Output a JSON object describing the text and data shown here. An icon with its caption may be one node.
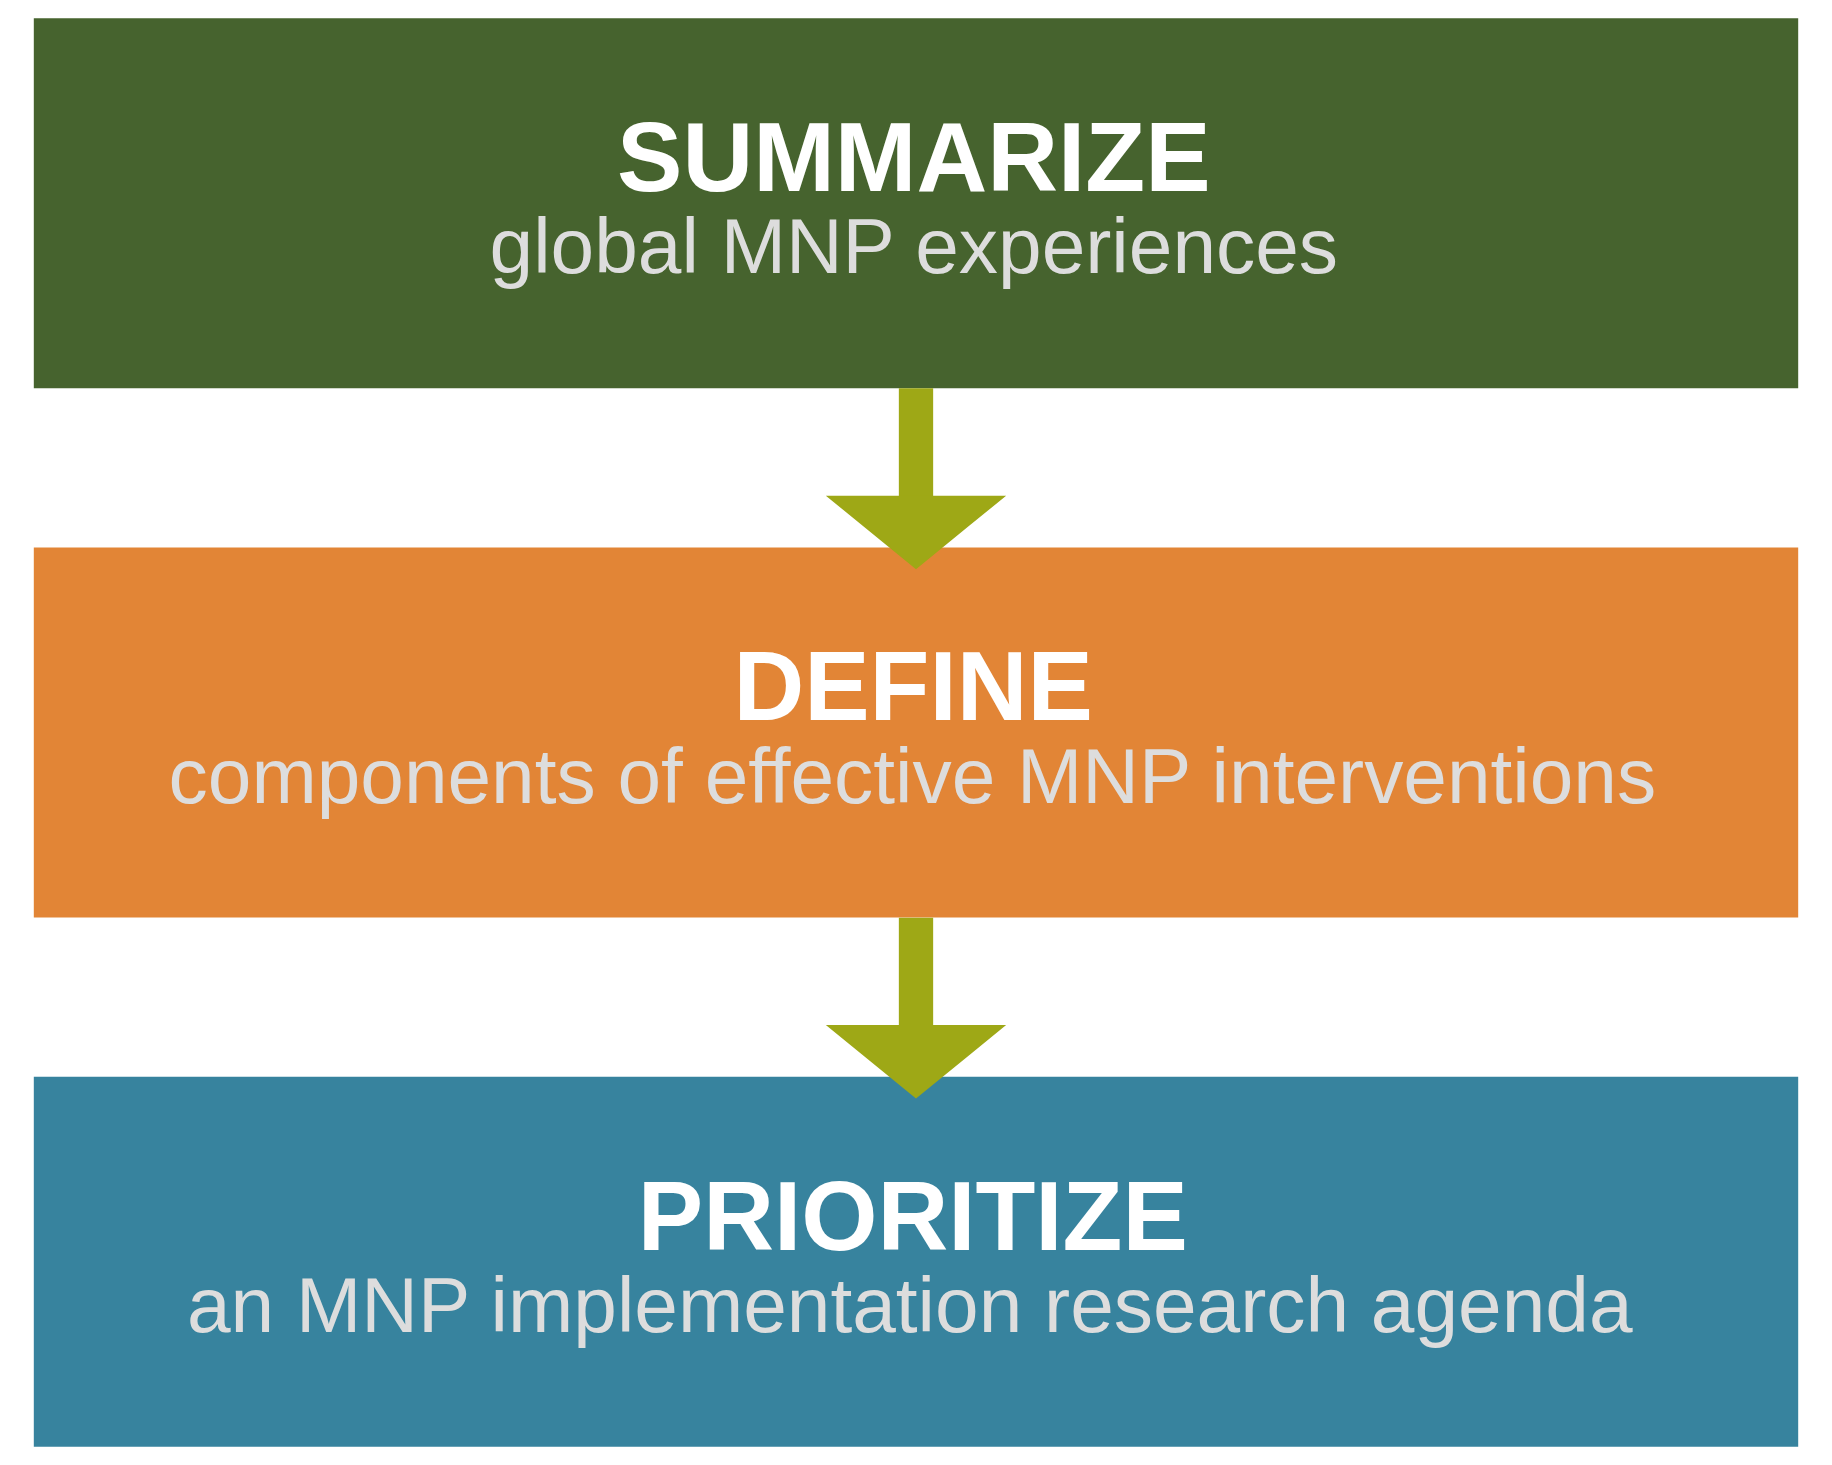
{
  "diagram": {
    "nodes": [
      {
        "text": [
          "SUMMARIZE",
          "global MNP experiences"
        ]
      },
      {
        "text": [
          "DEFINE",
          "components of effective MNP interventions"
        ]
      },
      {
        "text": [
          "PRIORITIZE",
          "an MNP implementation research agenda"
        ]
      }
    ],
    "edges": [
      {
        "from": 0,
        "to": 1,
        "arrow": "to"
      },
      {
        "from": 1,
        "to": 2,
        "arrow": "to"
      }
    ]
  }
}
